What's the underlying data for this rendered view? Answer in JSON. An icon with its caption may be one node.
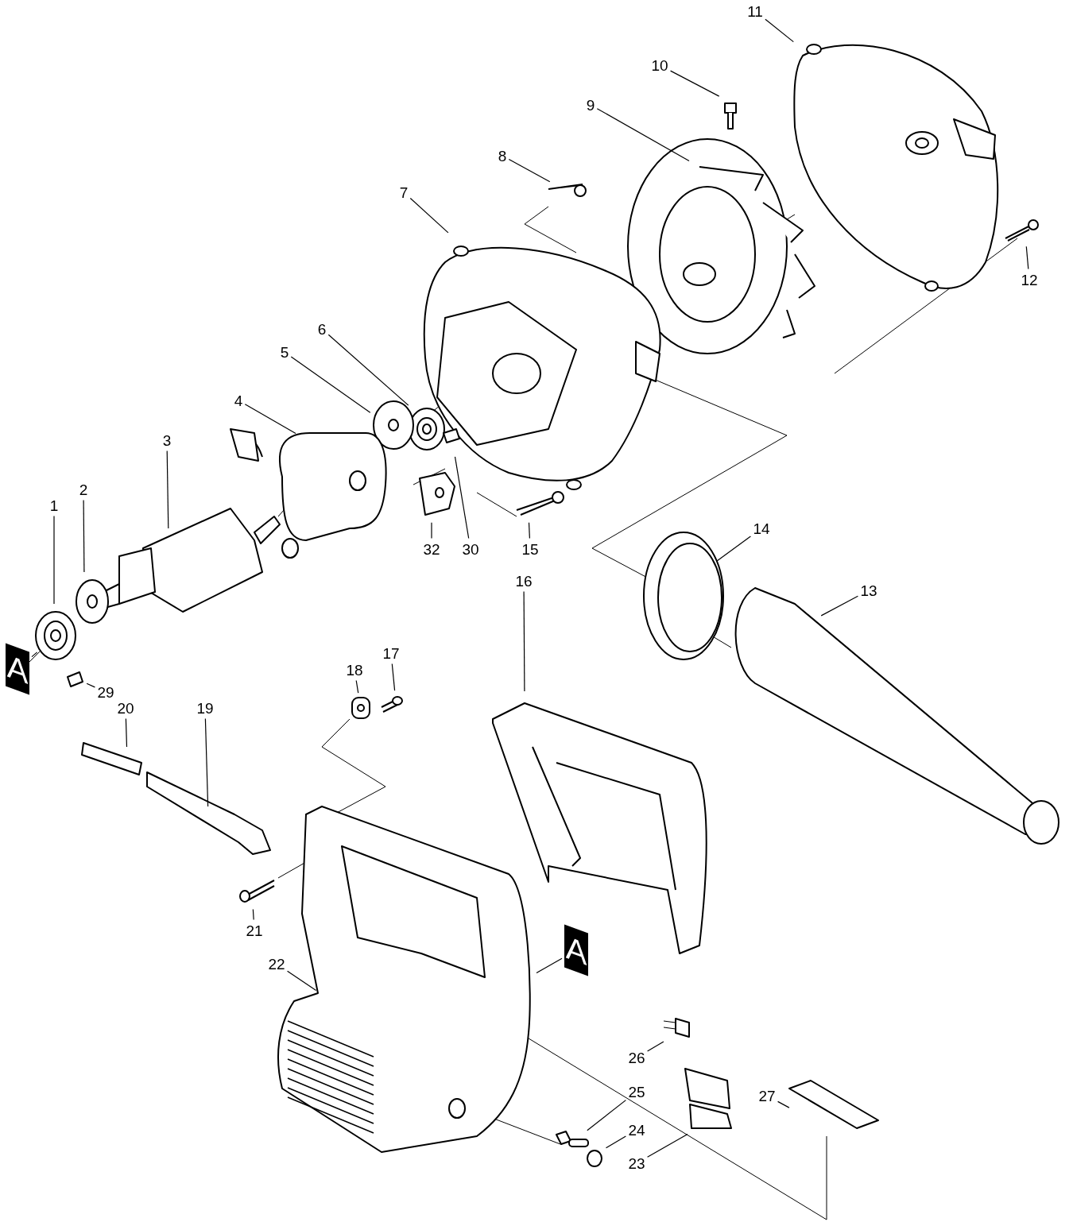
{
  "diagram": {
    "nodes": [
      {
        "text": [
          "11"
        ]
      },
      {
        "text": [
          "10"
        ]
      },
      {
        "text": [
          "9"
        ]
      },
      {
        "text": [
          "8"
        ]
      },
      {
        "text": [
          "7"
        ]
      },
      {
        "text": [
          "12"
        ]
      },
      {
        "text": [
          "6"
        ]
      },
      {
        "text": [
          "5"
        ]
      },
      {
        "text": [
          "4"
        ]
      },
      {
        "text": [
          "3"
        ]
      },
      {
        "text": [
          "2"
        ]
      },
      {
        "text": [
          "1"
        ]
      },
      {
        "text": [
          "14"
        ]
      },
      {
        "text": [
          "32"
        ]
      },
      {
        "text": [
          "30"
        ]
      },
      {
        "text": [
          "15"
        ]
      },
      {
        "text": [
          "16"
        ]
      },
      {
        "text": [
          "13"
        ]
      },
      {
        "text": [
          "17"
        ]
      },
      {
        "text": [
          "A"
        ]
      },
      {
        "text": [
          "18"
        ]
      },
      {
        "text": [
          "29"
        ]
      },
      {
        "text": [
          "20"
        ]
      },
      {
        "text": [
          "19"
        ]
      },
      {
        "text": [
          "21"
        ]
      },
      {
        "text": [
          "A"
        ]
      },
      {
        "text": [
          "22"
        ]
      },
      {
        "text": [
          "26"
        ]
      },
      {
        "text": [
          "25"
        ]
      },
      {
        "text": [
          "27"
        ]
      },
      {
        "text": [
          "24"
        ]
      },
      {
        "text": [
          "23"
        ]
      }
    ],
    "edges": [
      {
        "from": 0,
        "to": null,
        "arrow": "none"
      },
      {
        "from": 1,
        "to": null,
        "arrow": "none"
      },
      {
        "from": 2,
        "to": null,
        "arrow": "none"
      },
      {
        "from": 3,
        "to": null,
        "arrow": "none"
      },
      {
        "from": 4,
        "to": null,
        "arrow": "none"
      },
      {
        "from": 5,
        "to": null,
        "arrow": "none"
      },
      {
        "from": 6,
        "to": null,
        "arrow": "none"
      },
      {
        "from": 7,
        "to": null,
        "arrow": "none"
      },
      {
        "from": 8,
        "to": null,
        "arrow": "none"
      },
      {
        "from": 9,
        "to": null,
        "arrow": "none"
      },
      {
        "from": 10,
        "to": null,
        "arrow": "none"
      },
      {
        "from": 11,
        "to": null,
        "arrow": "none"
      },
      {
        "from": 12,
        "to": null,
        "arrow": "none"
      },
      {
        "from": 13,
        "to": null,
        "arrow": "none"
      },
      {
        "from": 14,
        "to": null,
        "arrow": "none"
      },
      {
        "from": 15,
        "to": null,
        "arrow": "none"
      },
      {
        "from": 16,
        "to": null,
        "arrow": "none"
      },
      {
        "from": 17,
        "to": null,
        "arrow": "none"
      },
      {
        "from": 18,
        "to": null,
        "arrow": "none"
      },
      {
        "from": 19,
        "to": null,
        "arrow": "none"
      },
      {
        "from": 20,
        "to": null,
        "arrow": "none"
      },
      {
        "from": 21,
        "to": null,
        "arrow": "none"
      },
      {
        "from": 22,
        "to": null,
        "arrow": "none"
      },
      {
        "from": 23,
        "to": null,
        "arrow": "none"
      },
      {
        "from": 24,
        "to": null,
        "arrow": "none"
      },
      {
        "from": 25,
        "to": null,
        "arrow": "none"
      },
      {
        "from": 26,
        "to": null,
        "arrow": "none"
      },
      {
        "from": 27,
        "to": null,
        "arrow": "none"
      },
      {
        "from": 28,
        "to": null,
        "arrow": "none"
      },
      {
        "from": 29,
        "to": null,
        "arrow": "none"
      },
      {
        "from": 30,
        "to": null,
        "arrow": "none"
      },
      {
        "from": 31,
        "to": null,
        "arrow": "none"
      }
    ]
  }
}
